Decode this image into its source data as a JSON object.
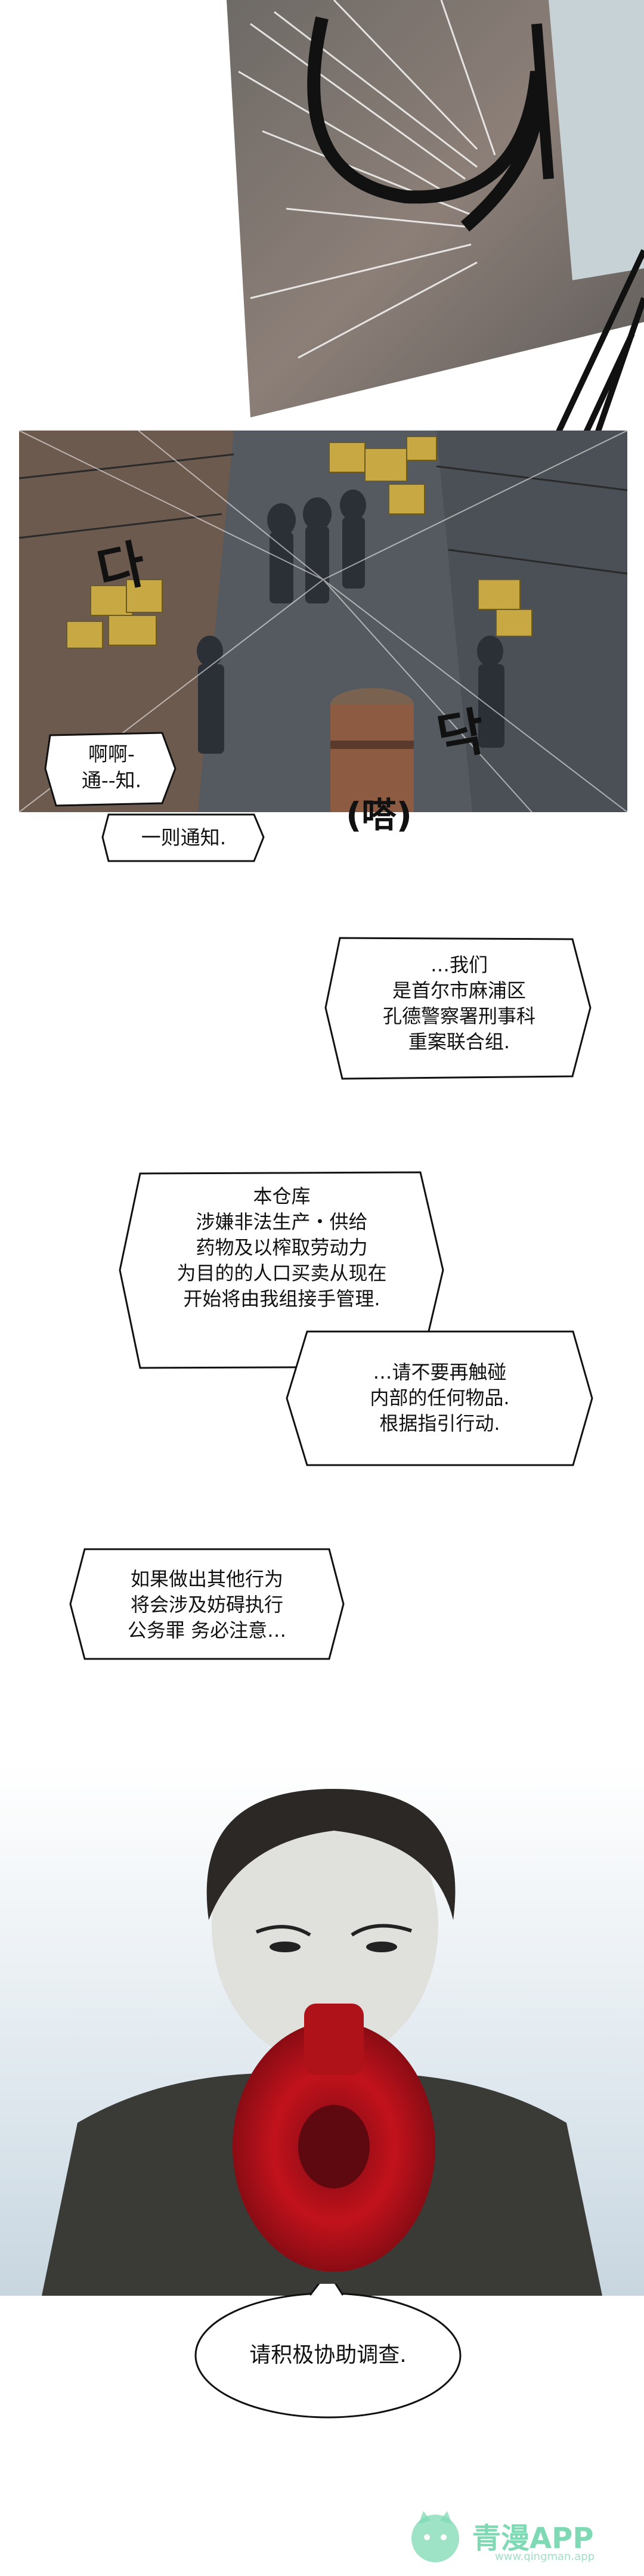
{
  "sfx": {
    "left_sound": "다",
    "right_sound": "닥"
  },
  "bubbles": {
    "radio_line1": "啊啊-\n通--知.",
    "radio_line2": "一则通知.",
    "sound_paren": "(嗒)",
    "caption1": "…我们\n是首尔市麻浦区\n孔德警察署刑事科\n重案联合组.",
    "caption2": "本仓库\n涉嫌非法生产・供给\n药物及以榨取劳动力\n为目的的人口买卖从现在\n开始将由我组接手管理.",
    "caption3": "…请不要再触碰\n内部的任何物品.\n根据指引行动.",
    "caption4": "如果做出其他行为\n将会涉及妨碍执行\n公务罪 务必注意…",
    "final_bubble": "请积极协助调查."
  },
  "watermark": {
    "brand": "青漫APP",
    "url": "www.qingman.app"
  },
  "colors": {
    "megaphone": "#c2121c",
    "watermark": "#7fd9b4",
    "panel_dark": "#3c3f42"
  }
}
